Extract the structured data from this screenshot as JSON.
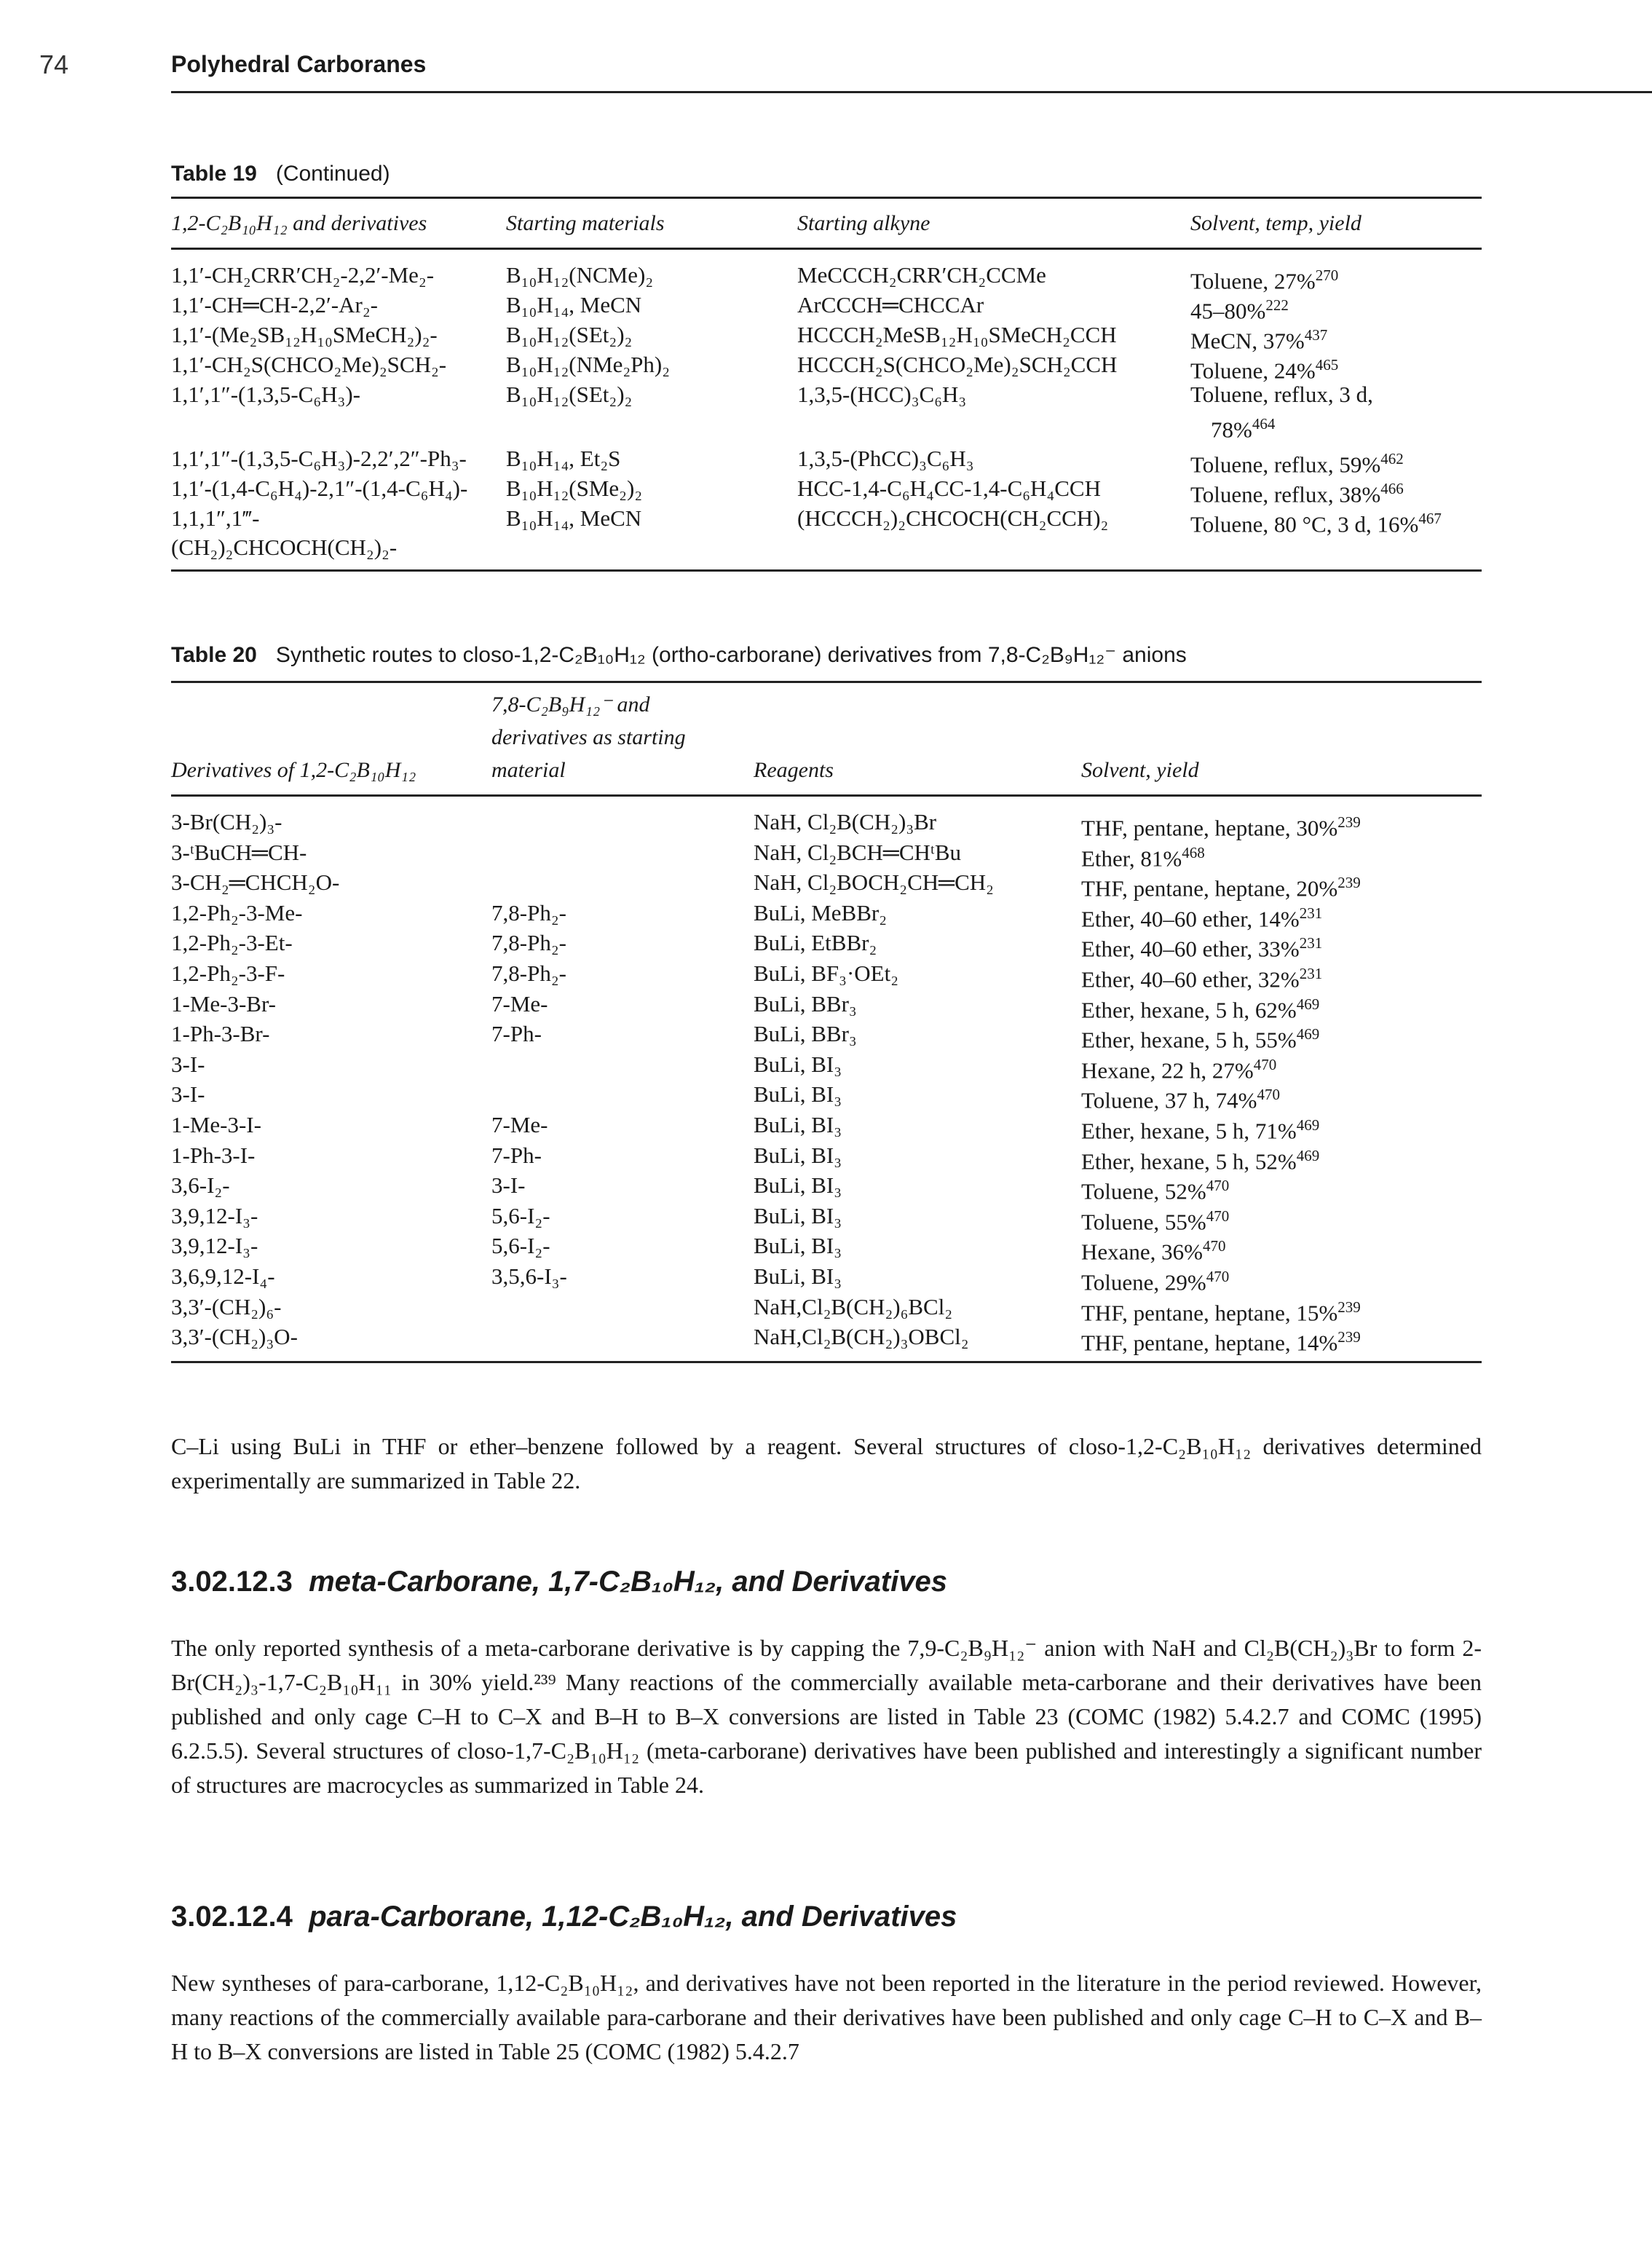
{
  "header": {
    "page_number": "74",
    "running_head": "Polyhedral Carboranes"
  },
  "table19": {
    "label": "Table 19",
    "caption": "(Continued)",
    "columns": [
      "1,2-C₂B₁₀H₁₂ and derivatives",
      "Starting materials",
      "Starting alkyne",
      "Solvent, temp, yield"
    ],
    "rows": [
      {
        "derivative": "1,1′-CH₂CRR′CH₂-2,2′-Me₂-",
        "derivative2": "",
        "materials": "B₁₀H₁₂(NCMe)₂",
        "alkyne": "MeCCCH₂CRR′CH₂CCMe",
        "solvent": "Toluene, 27%",
        "ref": "270",
        "solvent2": ""
      },
      {
        "derivative": "1,1′-CH═CH-2,2′-Ar₂-",
        "derivative2": "",
        "materials": "B₁₀H₁₄, MeCN",
        "alkyne": "ArCCCH═CHCCAr",
        "solvent": "45–80%",
        "ref": "222",
        "solvent2": ""
      },
      {
        "derivative": "1,1′-(Me₂SB₁₂H₁₀SMeCH₂)₂-",
        "derivative2": "",
        "materials": "B₁₀H₁₂(SEt₂)₂",
        "alkyne": "HCCCH₂MeSB₁₂H₁₀SMeCH₂CCH",
        "solvent": "MeCN, 37%",
        "ref": "437",
        "solvent2": ""
      },
      {
        "derivative": "1,1′-CH₂S(CHCO₂Me)₂SCH₂-",
        "derivative2": "",
        "materials": "B₁₀H₁₂(NMe₂Ph)₂",
        "alkyne": "HCCCH₂S(CHCO₂Me)₂SCH₂CCH",
        "solvent": "Toluene, 24%",
        "ref": "465",
        "solvent2": ""
      },
      {
        "derivative": "1,1′,1″-(1,3,5-C₆H₃)-",
        "derivative2": "",
        "materials": "B₁₀H₁₂(SEt₂)₂",
        "alkyne": "1,3,5-(HCC)₃C₆H₃",
        "solvent": "Toluene, reflux, 3 d,",
        "ref": "",
        "solvent2": "78%",
        "ref2": "464"
      },
      {
        "derivative": "1,1′,1″-(1,3,5-C₆H₃)-2,2′,2″-Ph₃-",
        "derivative2": "",
        "materials": "B₁₀H₁₄, Et₂S",
        "alkyne": "1,3,5-(PhCC)₃C₆H₃",
        "solvent": "Toluene, reflux, 59%",
        "ref": "462",
        "solvent2": ""
      },
      {
        "derivative": "1,1′-(1,4-C₆H₄)-2,1″-(1,4-C₆H₄)-",
        "derivative2": "",
        "materials": "B₁₀H₁₂(SMe₂)₂",
        "alkyne": "HCC-1,4-C₆H₄CC-1,4-C₆H₄CCH",
        "solvent": "Toluene, reflux, 38%",
        "ref": "466",
        "solvent2": ""
      },
      {
        "derivative": "1,1,1″,1‴-",
        "derivative2": "(CH₂)₂CHCOCH(CH₂)₂-",
        "materials": "B₁₀H₁₄, MeCN",
        "alkyne": "(HCCCH₂)₂CHCOCH(CH₂CCH)₂",
        "solvent": "Toluene, 80 °C, 3 d, 16%",
        "ref": "467",
        "solvent2": ""
      }
    ]
  },
  "table20": {
    "label": "Table 20",
    "caption": "Synthetic routes to closo-1,2-C₂B₁₀H₁₂ (ortho-carborane) derivatives from 7,8-C₂B₉H₁₂⁻ anions",
    "columns": [
      "Derivatives of 1,2-C₂B₁₀H₁₂",
      "7,8-C₂B₉H₁₂⁻ and",
      "derivatives as starting",
      "material",
      "Reagents",
      "Solvent, yield"
    ],
    "rows": [
      {
        "derivative": "3-Br(CH₂)₃-",
        "material": "",
        "reagents": "NaH, Cl₂B(CH₂)₃Br",
        "solvent": "THF, pentane, heptane, 30%",
        "ref": "239"
      },
      {
        "derivative": "3-ᵗBuCH═CH-",
        "material": "",
        "reagents": "NaH, Cl₂BCH═CHᵗBu",
        "solvent": "Ether, 81%",
        "ref": "468"
      },
      {
        "derivative": "3-CH₂═CHCH₂O-",
        "material": "",
        "reagents": "NaH, Cl₂BOCH₂CH═CH₂",
        "solvent": "THF, pentane, heptane, 20%",
        "ref": "239"
      },
      {
        "derivative": "1,2-Ph₂-3-Me-",
        "material": "7,8-Ph₂-",
        "reagents": "BuLi, MeBBr₂",
        "solvent": "Ether, 40–60 ether, 14%",
        "ref": "231"
      },
      {
        "derivative": "1,2-Ph₂-3-Et-",
        "material": "7,8-Ph₂-",
        "reagents": "BuLi, EtBBr₂",
        "solvent": "Ether, 40–60 ether, 33%",
        "ref": "231"
      },
      {
        "derivative": "1,2-Ph₂-3-F-",
        "material": "7,8-Ph₂-",
        "reagents": "BuLi, BF₃·OEt₂",
        "solvent": "Ether, 40–60 ether, 32%",
        "ref": "231"
      },
      {
        "derivative": "1-Me-3-Br-",
        "material": "7-Me-",
        "reagents": "BuLi, BBr₃",
        "solvent": "Ether, hexane, 5 h, 62%",
        "ref": "469"
      },
      {
        "derivative": "1-Ph-3-Br-",
        "material": "7-Ph-",
        "reagents": "BuLi, BBr₃",
        "solvent": "Ether, hexane, 5 h, 55%",
        "ref": "469"
      },
      {
        "derivative": "3-I-",
        "material": "",
        "reagents": "BuLi, BI₃",
        "solvent": "Hexane, 22 h, 27%",
        "ref": "470"
      },
      {
        "derivative": "3-I-",
        "material": "",
        "reagents": "BuLi, BI₃",
        "solvent": "Toluene, 37 h, 74%",
        "ref": "470"
      },
      {
        "derivative": "1-Me-3-I-",
        "material": "7-Me-",
        "reagents": "BuLi, BI₃",
        "solvent": "Ether, hexane, 5 h, 71%",
        "ref": "469"
      },
      {
        "derivative": "1-Ph-3-I-",
        "material": "7-Ph-",
        "reagents": "BuLi, BI₃",
        "solvent": "Ether, hexane, 5 h, 52%",
        "ref": "469"
      },
      {
        "derivative": "3,6-I₂-",
        "material": "3-I-",
        "reagents": "BuLi, BI₃",
        "solvent": "Toluene, 52%",
        "ref": "470"
      },
      {
        "derivative": "3,9,12-I₃-",
        "material": "5,6-I₂-",
        "reagents": "BuLi, BI₃",
        "solvent": "Toluene, 55%",
        "ref": "470"
      },
      {
        "derivative": "3,9,12-I₃-",
        "material": "5,6-I₂-",
        "reagents": "BuLi, BI₃",
        "solvent": "Hexane, 36%",
        "ref": "470"
      },
      {
        "derivative": "3,6,9,12-I₄-",
        "material": "3,5,6-I₃-",
        "reagents": "BuLi, BI₃",
        "solvent": "Toluene, 29%",
        "ref": "470"
      },
      {
        "derivative": "3,3′-(CH₂)₆-",
        "material": "",
        "reagents": "NaH,Cl₂B(CH₂)₆BCl₂",
        "solvent": "THF, pentane, heptane, 15%",
        "ref": "239"
      },
      {
        "derivative": "3,3′-(CH₂)₃O-",
        "material": "",
        "reagents": "NaH,Cl₂B(CH₂)₃OBCl₂",
        "solvent": "THF, pentane, heptane, 14%",
        "ref": "239"
      }
    ]
  },
  "body": {
    "para1": "C–Li using BuLi in THF or ether–benzene followed by a reagent. Several structures of closo-1,2-C₂B₁₀H₁₂ derivatives determined experimentally are summarized in Table 22.",
    "section1_number": "3.02.12.3",
    "section1_title": "meta-Carborane, 1,7-C₂B₁₀H₁₂, and Derivatives",
    "para2": "The only reported synthesis of a meta-carborane derivative is by capping the 7,9-C₂B₉H₁₂⁻ anion with NaH and Cl₂B(CH₂)₃Br to form 2-Br(CH₂)₃-1,7-C₂B₁₀H₁₁ in 30% yield.²³⁹ Many reactions of the commercially available meta-carborane and their derivatives have been published and only cage C–H to C–X and B–H to B–X conversions are listed in Table 23 (COMC (1982) 5.4.2.7 and COMC (1995) 6.2.5.5). Several structures of closo-1,7-C₂B₁₀H₁₂ (meta-carborane) derivatives have been published and interestingly a significant number of structures are macrocycles as summarized in Table 24.",
    "section2_number": "3.02.12.4",
    "section2_title": "para-Carborane, 1,12-C₂B₁₀H₁₂, and Derivatives",
    "para3": "New syntheses of para-carborane, 1,12-C₂B₁₀H₁₂, and derivatives have not been reported in the literature in the period reviewed. However, many reactions of the commercially available para-carborane and their derivatives have been published and only cage C–H to C–X and B–H to B–X conversions are listed in Table 25 (COMC (1982) 5.4.2.7"
  }
}
